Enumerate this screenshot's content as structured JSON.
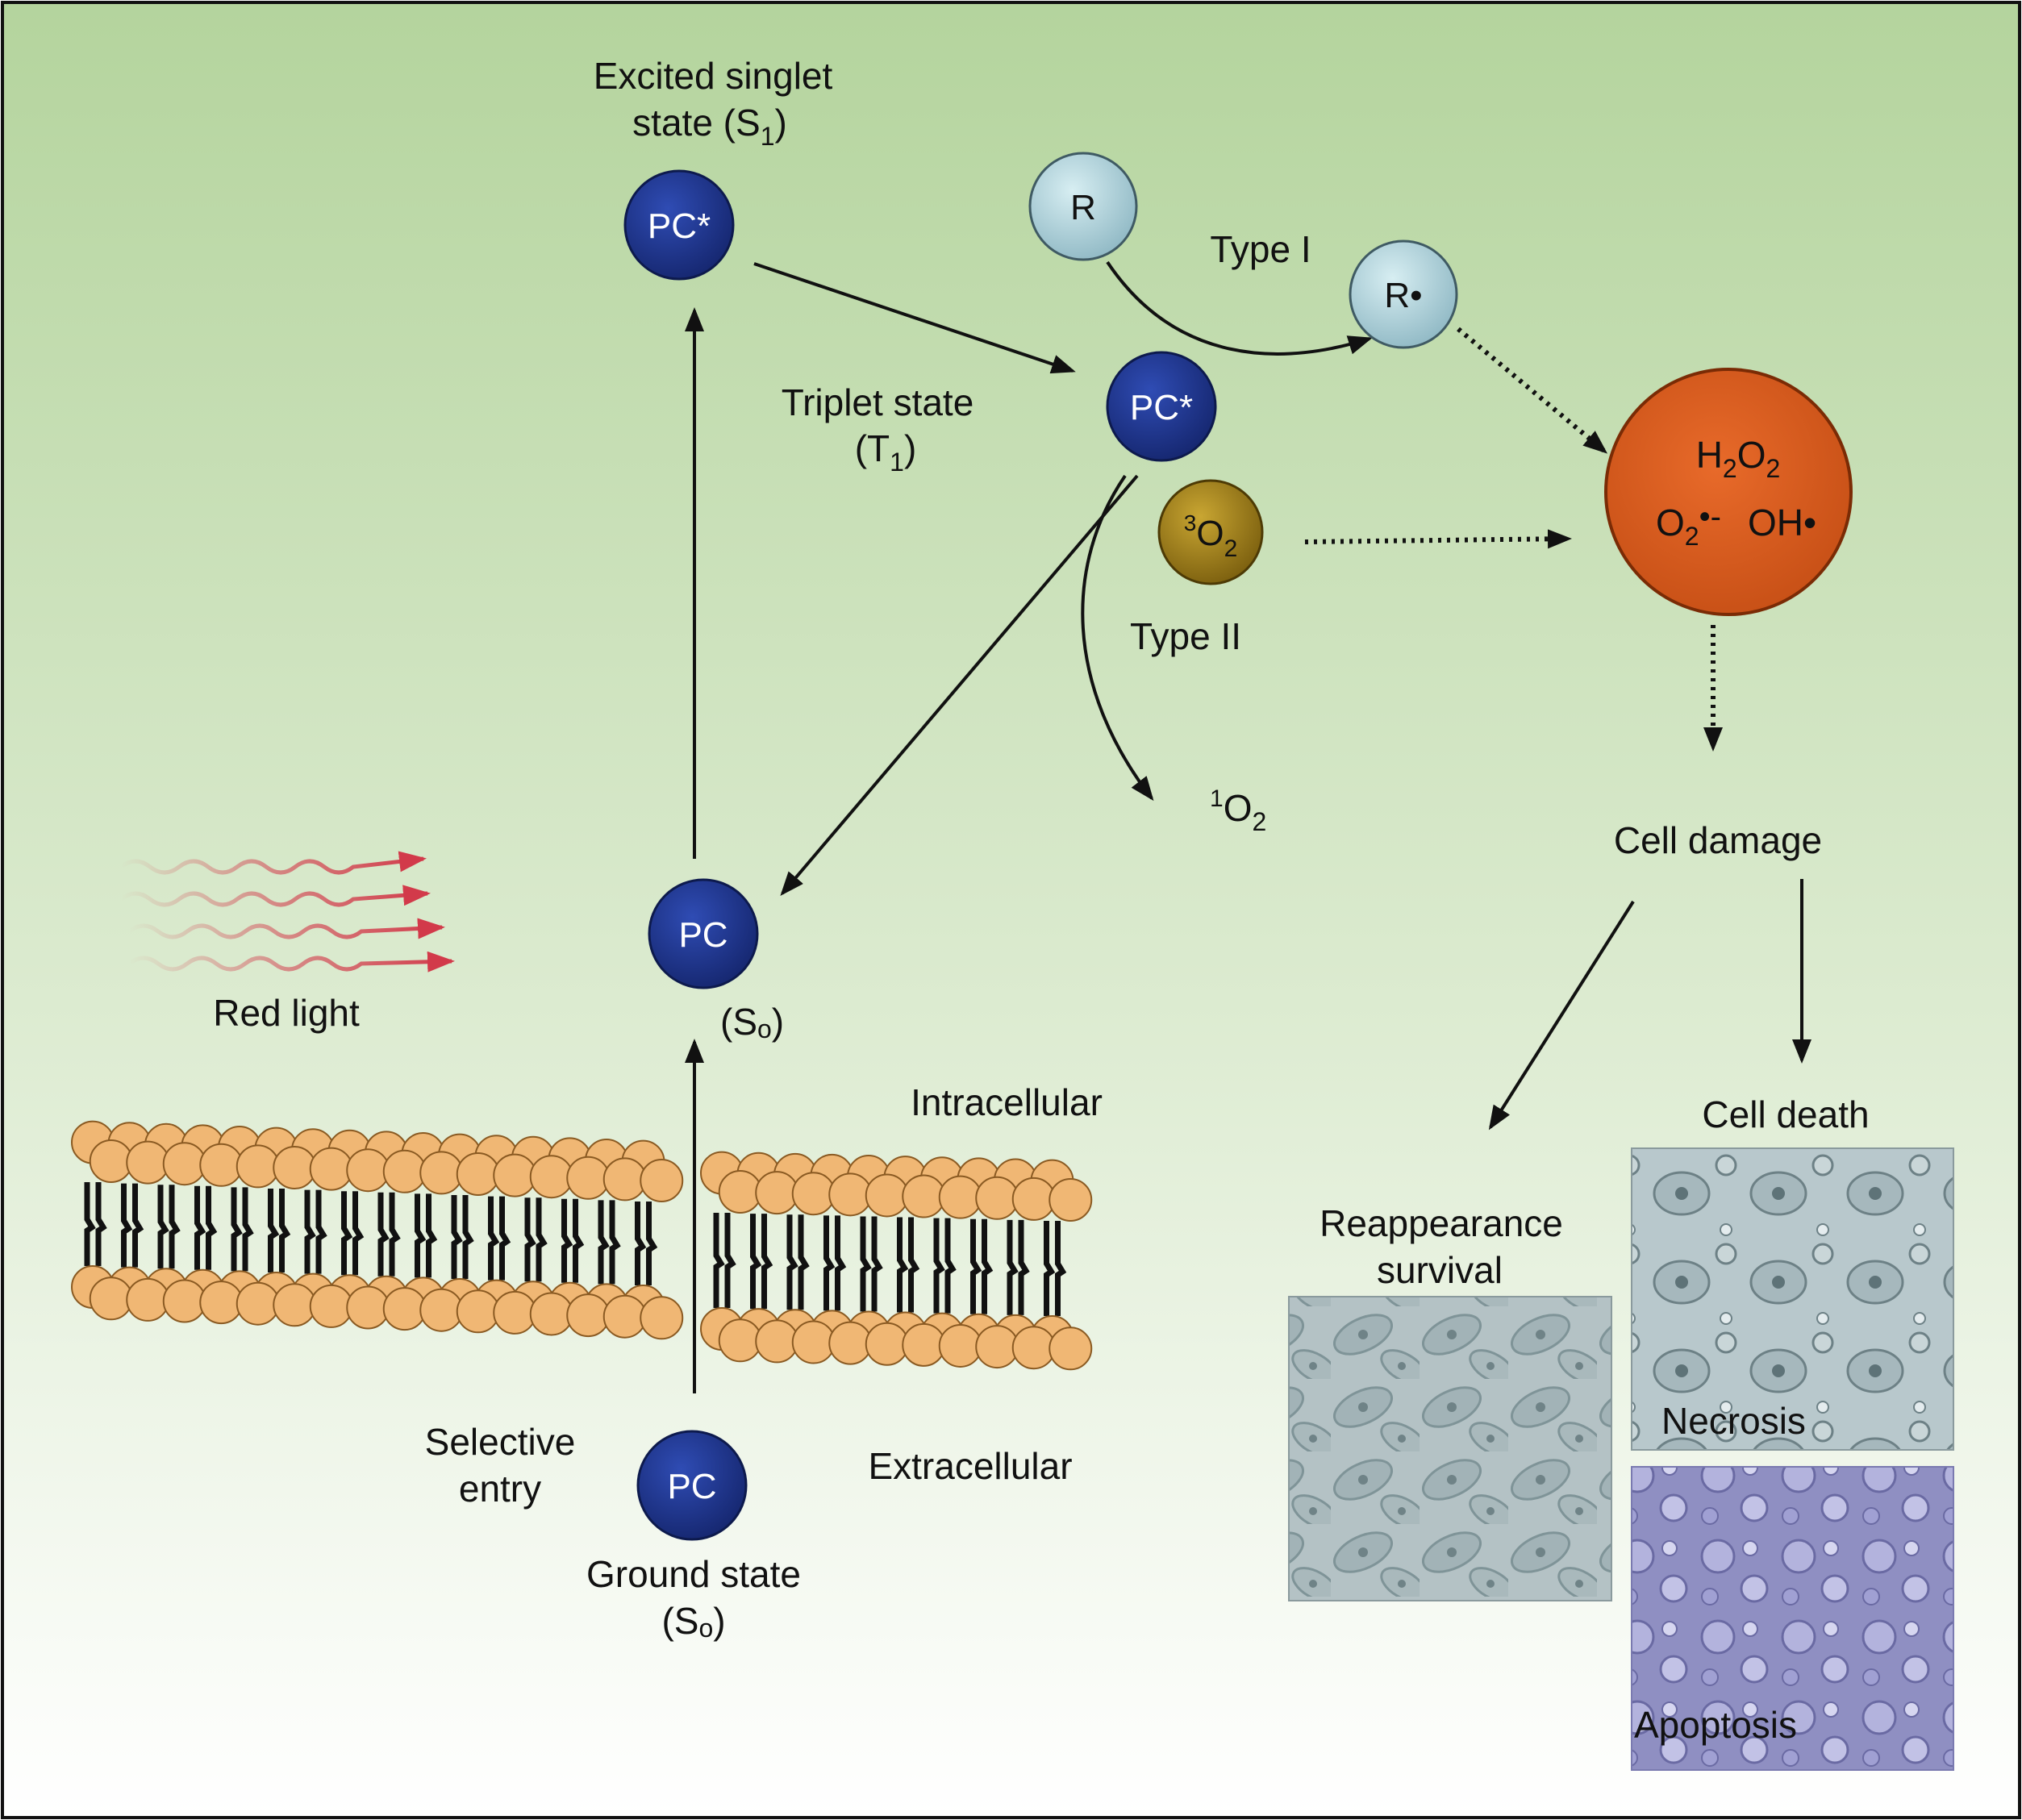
{
  "colors": {
    "background_top": "#b6d6a0",
    "background_bottom": "#ffffff",
    "pc_molecule": "#1f3590",
    "radical_molecule": "#a9cdd6",
    "triplet_oxygen": "#a8861a",
    "ros": "#d85a1c",
    "lipid_head": "#f0b774",
    "red_light": "#d23a4a",
    "arrow": "#111111"
  },
  "labels": {
    "excited_singlet_line1": "Excited singlet",
    "excited_singlet_line2": "state (S",
    "excited_singlet_sub": "1",
    "triplet_line1": "Triplet state",
    "triplet_line2": "(T",
    "triplet_sub": "1",
    "type1": "Type I",
    "type2": "Type II",
    "singlet_oxygen_sup": "1",
    "singlet_oxygen": "O",
    "singlet_oxygen_sub": "2",
    "red_light": "Red light",
    "so_pc": "(S",
    "so_sub": "o",
    "intracellular": "Intracellular",
    "extracellular": "Extracellular",
    "selective_entry_line1": "Selective",
    "selective_entry_line2": "entry",
    "ground_state_line1": "Ground state",
    "ground_state_line2": "(S",
    "cell_damage": "Cell damage",
    "cell_death": "Cell death",
    "reappearance_line1": "Reappearance",
    "reappearance_line2": "survival",
    "necrosis": "Necrosis",
    "apoptosis": "Apoptosis"
  },
  "molecules": {
    "pc_excited_singlet": "PC*",
    "pc_triplet": "PC*",
    "pc_membrane": "PC",
    "pc_ground": "PC",
    "r": "R",
    "r_radical": "R•",
    "triplet_o2_sup": "3",
    "triplet_o2": "O",
    "triplet_o2_sub": "2"
  },
  "ros": {
    "h2o2_a": "H",
    "h2o2_sub1": "2",
    "h2o2_b": "O",
    "h2o2_sub2": "2",
    "superoxide": "O",
    "superoxide_sub": "2",
    "superoxide_charge": "•-",
    "hydroxyl": "OH•"
  },
  "icons": [
    "red-light-wave-icon",
    "cell-membrane-bilayer",
    "cell-micrograph"
  ]
}
